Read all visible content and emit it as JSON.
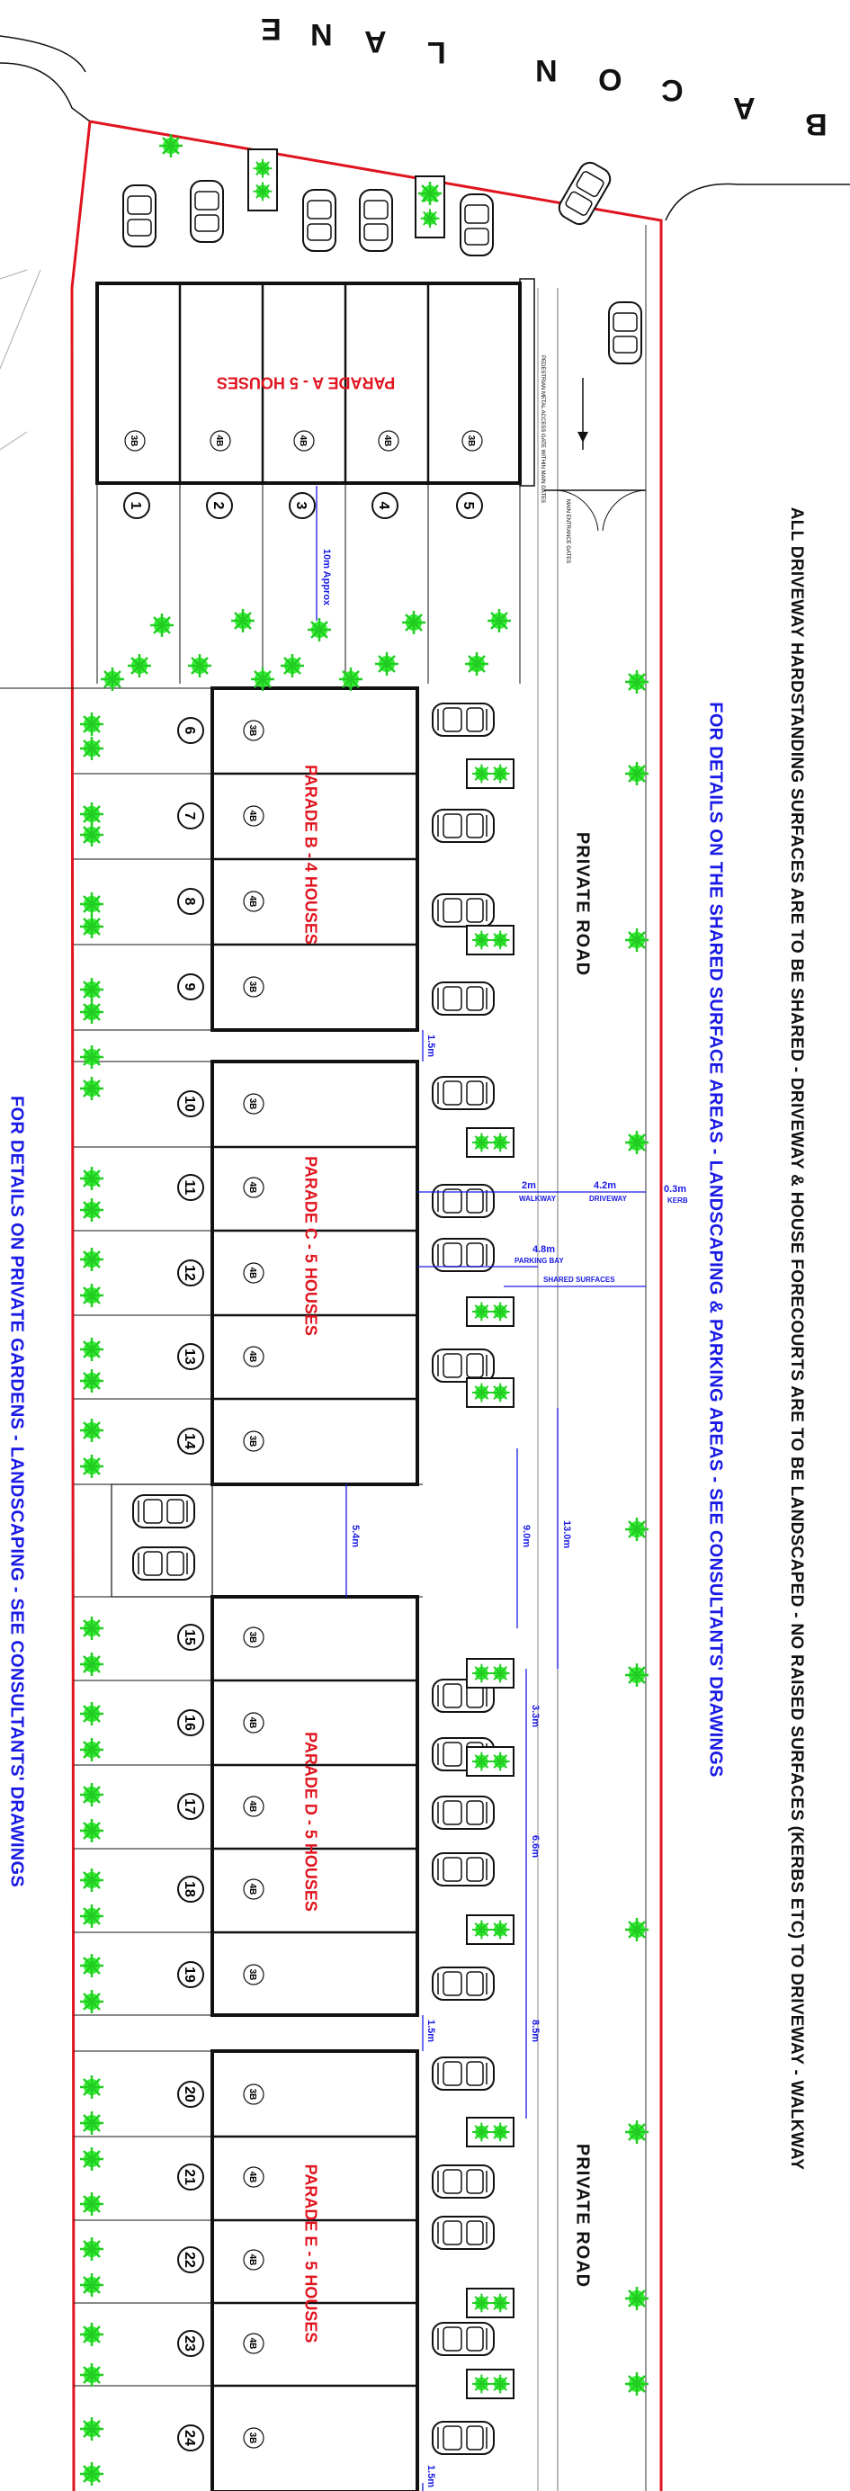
{
  "lane": {
    "letters_upside": [
      "B",
      "A",
      "C",
      "O",
      "N"
    ],
    "letters_lane": [
      "L",
      "A",
      "N",
      "E"
    ]
  },
  "notes": {
    "driveway": "ALL DRIVEWAY HARDSTANDING SURFACES ARE TO BE SHARED - DRIVEWAY & HOUSE FORECOURTS ARE TO BE LANDSCAPED - NO RAISED SURFACES (KERBS ETC) TO DRIVEWAY - WALKWAY",
    "shared": "FOR DETAILS ON THE SHARED SURFACE AREAS - LANDSCAPING & PARKING AREAS - SEE CONSULTANTS' DRAWINGS",
    "gardens": "FOR DETAILS ON PRIVATE GARDENS - LANDSCAPING - SEE CONSULTANTS' DRAWINGS"
  },
  "roads": [
    "PRIVATE ROAD",
    "PRIVATE ROAD"
  ],
  "parades": [
    {
      "label": "PARADE  A - 5 HOUSES"
    },
    {
      "label": "PARADE  B - 4 HOUSES"
    },
    {
      "label": "PARADE  C - 5 HOUSES"
    },
    {
      "label": "PARADE  D - 5 HOUSES"
    },
    {
      "label": "PARADE  E - 5 HOUSES"
    }
  ],
  "houses": [
    {
      "num": "1",
      "type": "3B"
    },
    {
      "num": "2",
      "type": "4B"
    },
    {
      "num": "3",
      "type": "4B"
    },
    {
      "num": "4",
      "type": "4B"
    },
    {
      "num": "5",
      "type": "3B"
    },
    {
      "num": "6",
      "type": "3B"
    },
    {
      "num": "7",
      "type": "4B"
    },
    {
      "num": "8",
      "type": "4B"
    },
    {
      "num": "9",
      "type": "3B"
    },
    {
      "num": "10",
      "type": "3B"
    },
    {
      "num": "11",
      "type": "4B"
    },
    {
      "num": "12",
      "type": "4B"
    },
    {
      "num": "13",
      "type": "4B"
    },
    {
      "num": "14",
      "type": "3B"
    },
    {
      "num": "15",
      "type": "3B"
    },
    {
      "num": "16",
      "type": "4B"
    },
    {
      "num": "17",
      "type": "4B"
    },
    {
      "num": "18",
      "type": "4B"
    },
    {
      "num": "19",
      "type": "3B"
    },
    {
      "num": "20",
      "type": "3B"
    },
    {
      "num": "21",
      "type": "4B"
    },
    {
      "num": "22",
      "type": "4B"
    },
    {
      "num": "23",
      "type": "4B"
    },
    {
      "num": "24",
      "type": "3B"
    }
  ],
  "dimensions": {
    "approx": "10m Approx",
    "walkway": "2m",
    "walkway_label": "WALKWAY",
    "driveway": "4.2m",
    "driveway_label": "DRIVEWAY",
    "kerb": "0.3m",
    "kerb_label": "KERB",
    "parking": "4.8m",
    "parking_label": "PARKING BAY",
    "shared_label": "SHARED SURFACES",
    "gap_1": "1.5m",
    "gap_2": "1.5m",
    "gap_3": "1.5m",
    "turning_width": "5.4m",
    "turn_a": "9.0m",
    "turn_b": "13.0m",
    "d_3": "3.3m",
    "d_6": "6.6m",
    "d_8": "8.5m"
  },
  "gate_labels": {
    "pedestrian": "PEDESTRIAN METAL ACCESS GATE WITHIN MAIN GATES",
    "main": "MAIN ENTRANCE GATES"
  },
  "colors": {
    "boundary": "#e0141e",
    "dimension": "#1a1ae6",
    "tree": "#22dd22",
    "line": "#111111"
  }
}
